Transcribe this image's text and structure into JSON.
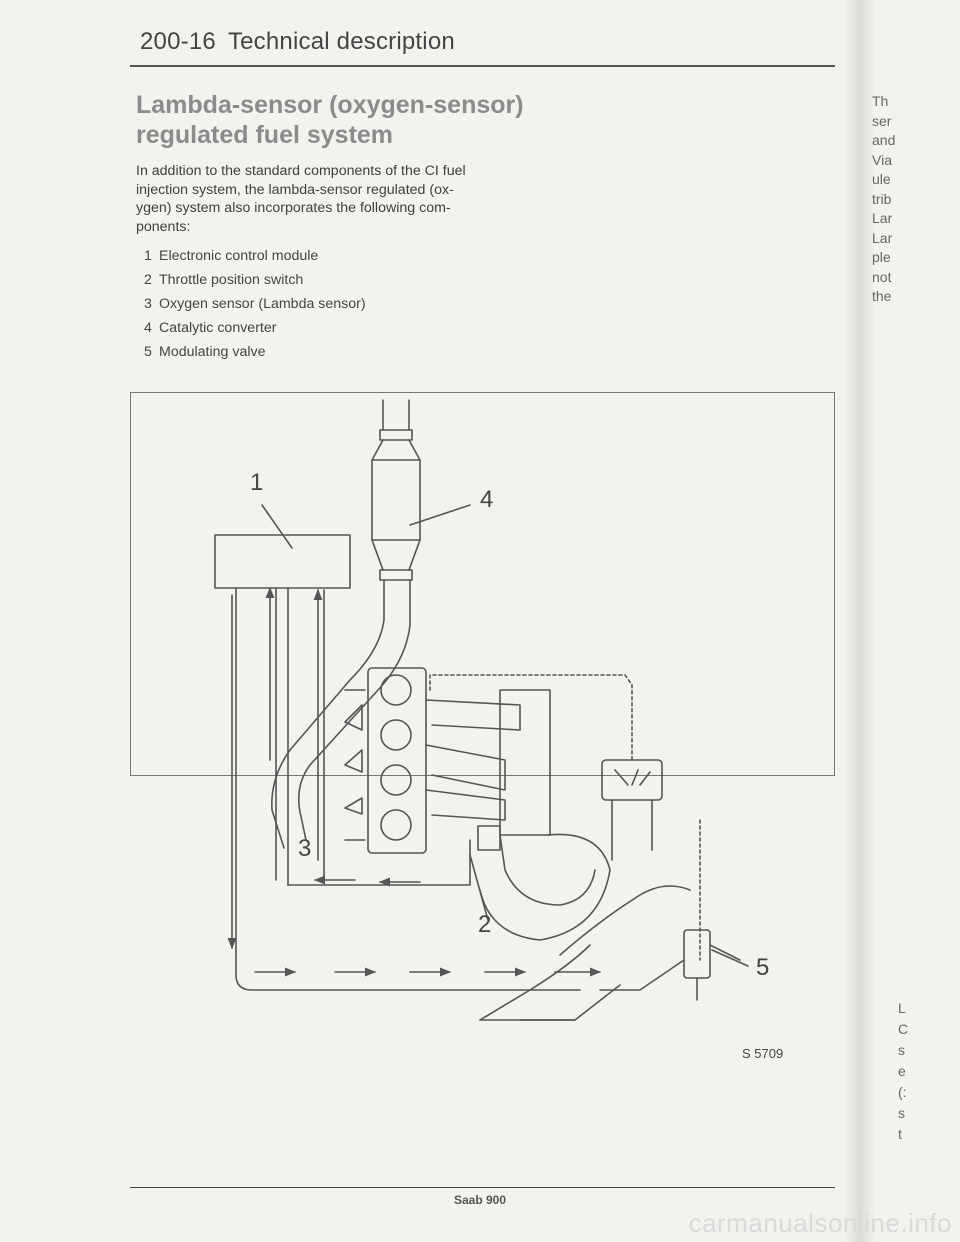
{
  "header": {
    "section_number": "200-16",
    "section_title": "Technical description"
  },
  "main": {
    "heading_line1": "Lambda-sensor (oxygen-sensor)",
    "heading_line2": "regulated fuel system",
    "intro_lines": [
      "In addition to the standard components of the CI fuel",
      "injection system, the lambda-sensor regulated (ox-",
      "ygen) system also incorporates the following com-",
      "ponents:"
    ],
    "components": [
      {
        "num": "1",
        "label": "Electronic control module"
      },
      {
        "num": "2",
        "label": "Throttle position switch"
      },
      {
        "num": "3",
        "label": "Oxygen sensor (Lambda sensor)"
      },
      {
        "num": "4",
        "label": "Catalytic converter"
      },
      {
        "num": "5",
        "label": "Modulating valve"
      }
    ]
  },
  "figure": {
    "callouts": [
      "1",
      "2",
      "3",
      "4",
      "5"
    ],
    "figure_id": "S 5709"
  },
  "right_column": {
    "upper_fragments": [
      "Th",
      "ser",
      "and",
      "Via",
      "ule",
      "trib",
      "Lar",
      "Lar",
      "ple",
      "not",
      "the"
    ],
    "lower_fragments": [
      "L",
      "C",
      "s",
      "e",
      "(:",
      "s",
      "t"
    ]
  },
  "footer": {
    "text": "Saab 900"
  },
  "watermark": {
    "text": "carmanualsonline.info"
  }
}
